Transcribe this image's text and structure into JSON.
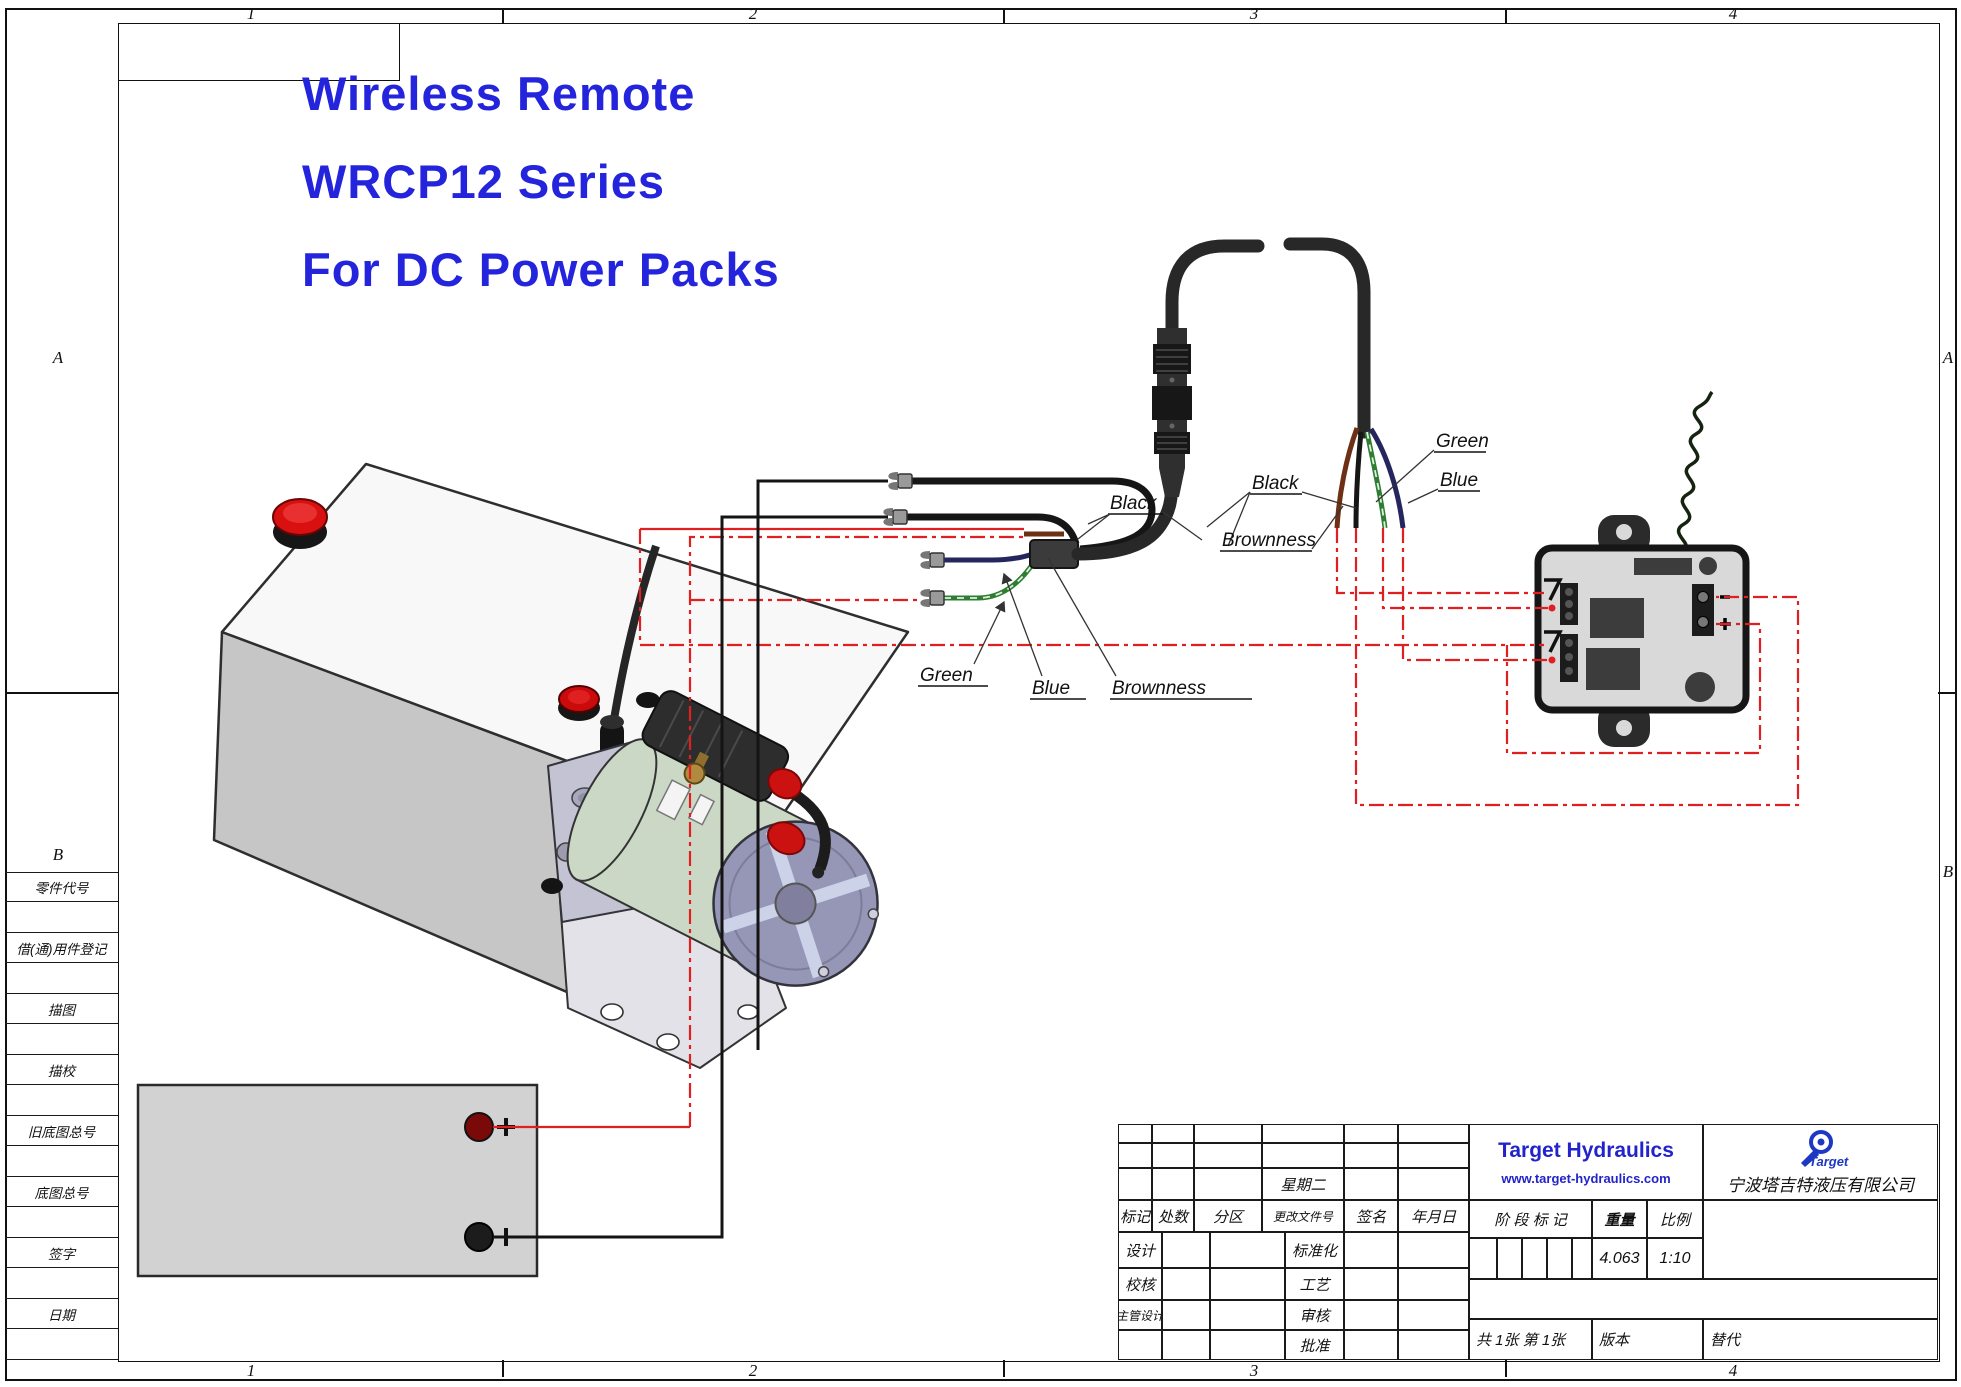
{
  "frame": {
    "top_numbers": [
      "1",
      "2",
      "3",
      "4"
    ],
    "bottom_numbers": [
      "1",
      "2",
      "3",
      "4"
    ],
    "left_letters": [
      "A",
      "B"
    ],
    "right_letters": [
      "A",
      "B"
    ]
  },
  "title": {
    "lines": [
      "Wireless Remote",
      "WRCP12 Series",
      "For DC Power Packs"
    ],
    "color": "#2424dd"
  },
  "left_panel": {
    "labels": [
      "零件代号",
      "借(通)用件登记",
      "描图",
      "描校",
      "旧底图总号",
      "底图总号",
      "签字",
      "日期"
    ]
  },
  "wire_labels": {
    "black_left": "Black",
    "black_right": "Black",
    "green_top": "Green",
    "blue_top": "Blue",
    "brownness_top": "Brownness",
    "green_bottom": "Green",
    "blue_bottom": "Blue",
    "brownness_bottom": "Brownness"
  },
  "title_block": {
    "revision_headers": [
      "标记",
      "处数",
      "分区",
      "更改文件号",
      "签名",
      "年月日"
    ],
    "weekday": "星期二",
    "rows": [
      {
        "left": "设计",
        "right": "标准化"
      },
      {
        "left": "校核",
        "right": "工艺"
      },
      {
        "left": "主管设计",
        "right": "审核"
      },
      {
        "left": "",
        "right": "批准"
      }
    ],
    "stage_label": "阶 段 标 记",
    "weight_label": "重量",
    "scale_label": "比例",
    "weight_value": "4.063",
    "scale_value": "1:10",
    "company_en": "Target Hydraulics",
    "website": "www.target-hydraulics.com",
    "company_cn": "宁波塔吉特液压有限公司",
    "logo_text": "Target",
    "sheet_info": "共 1张 第 1张",
    "version_label": "版本",
    "replace_label": "替代",
    "accent_blue": "#2323cc"
  },
  "colors": {
    "wire_red": "#e02020",
    "wire_green": "#2e7d32",
    "wire_blue": "#26265e",
    "wire_brown": "#6d3014",
    "cable_black": "#282828"
  }
}
